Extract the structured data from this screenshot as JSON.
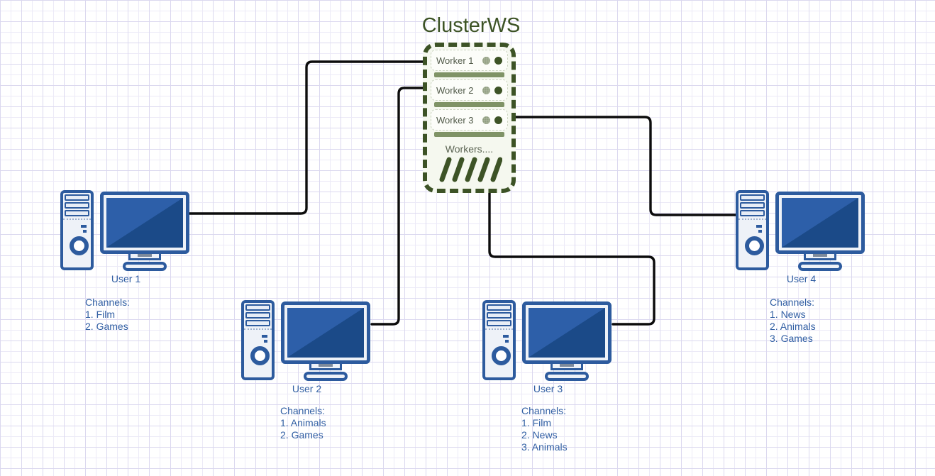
{
  "title": "ClusterWS",
  "colors": {
    "accent_green": "#3d5326",
    "rack_separator": "#7f9366",
    "server_fill": "#f5f8ef",
    "computer_blue": "#2d5b9e",
    "screen_dark": "#1b4a88",
    "screen_light": "#2d5fa9",
    "label_blue": "#305ea3",
    "connector_black": "#0c0c0c",
    "grid_line": "#dbd8ef"
  },
  "server": {
    "workers": [
      {
        "label": "Worker 1"
      },
      {
        "label": "Worker 2"
      },
      {
        "label": "Worker 3"
      }
    ],
    "more_label": "Workers...."
  },
  "users": [
    {
      "label": "User 1",
      "channels_title": "Channels:",
      "channels": [
        "1. Film",
        "2. Games"
      ]
    },
    {
      "label": "User 2",
      "channels_title": "Channels:",
      "channels": [
        "1. Animals",
        "2. Games"
      ]
    },
    {
      "label": "User 3",
      "channels_title": "Channels:",
      "channels": [
        "1. Film",
        "2. News",
        "3. Animals"
      ]
    },
    {
      "label": "User 4",
      "channels_title": "Channels:",
      "channels": [
        "1. News",
        "2. Animals",
        "3. Games"
      ]
    }
  ]
}
